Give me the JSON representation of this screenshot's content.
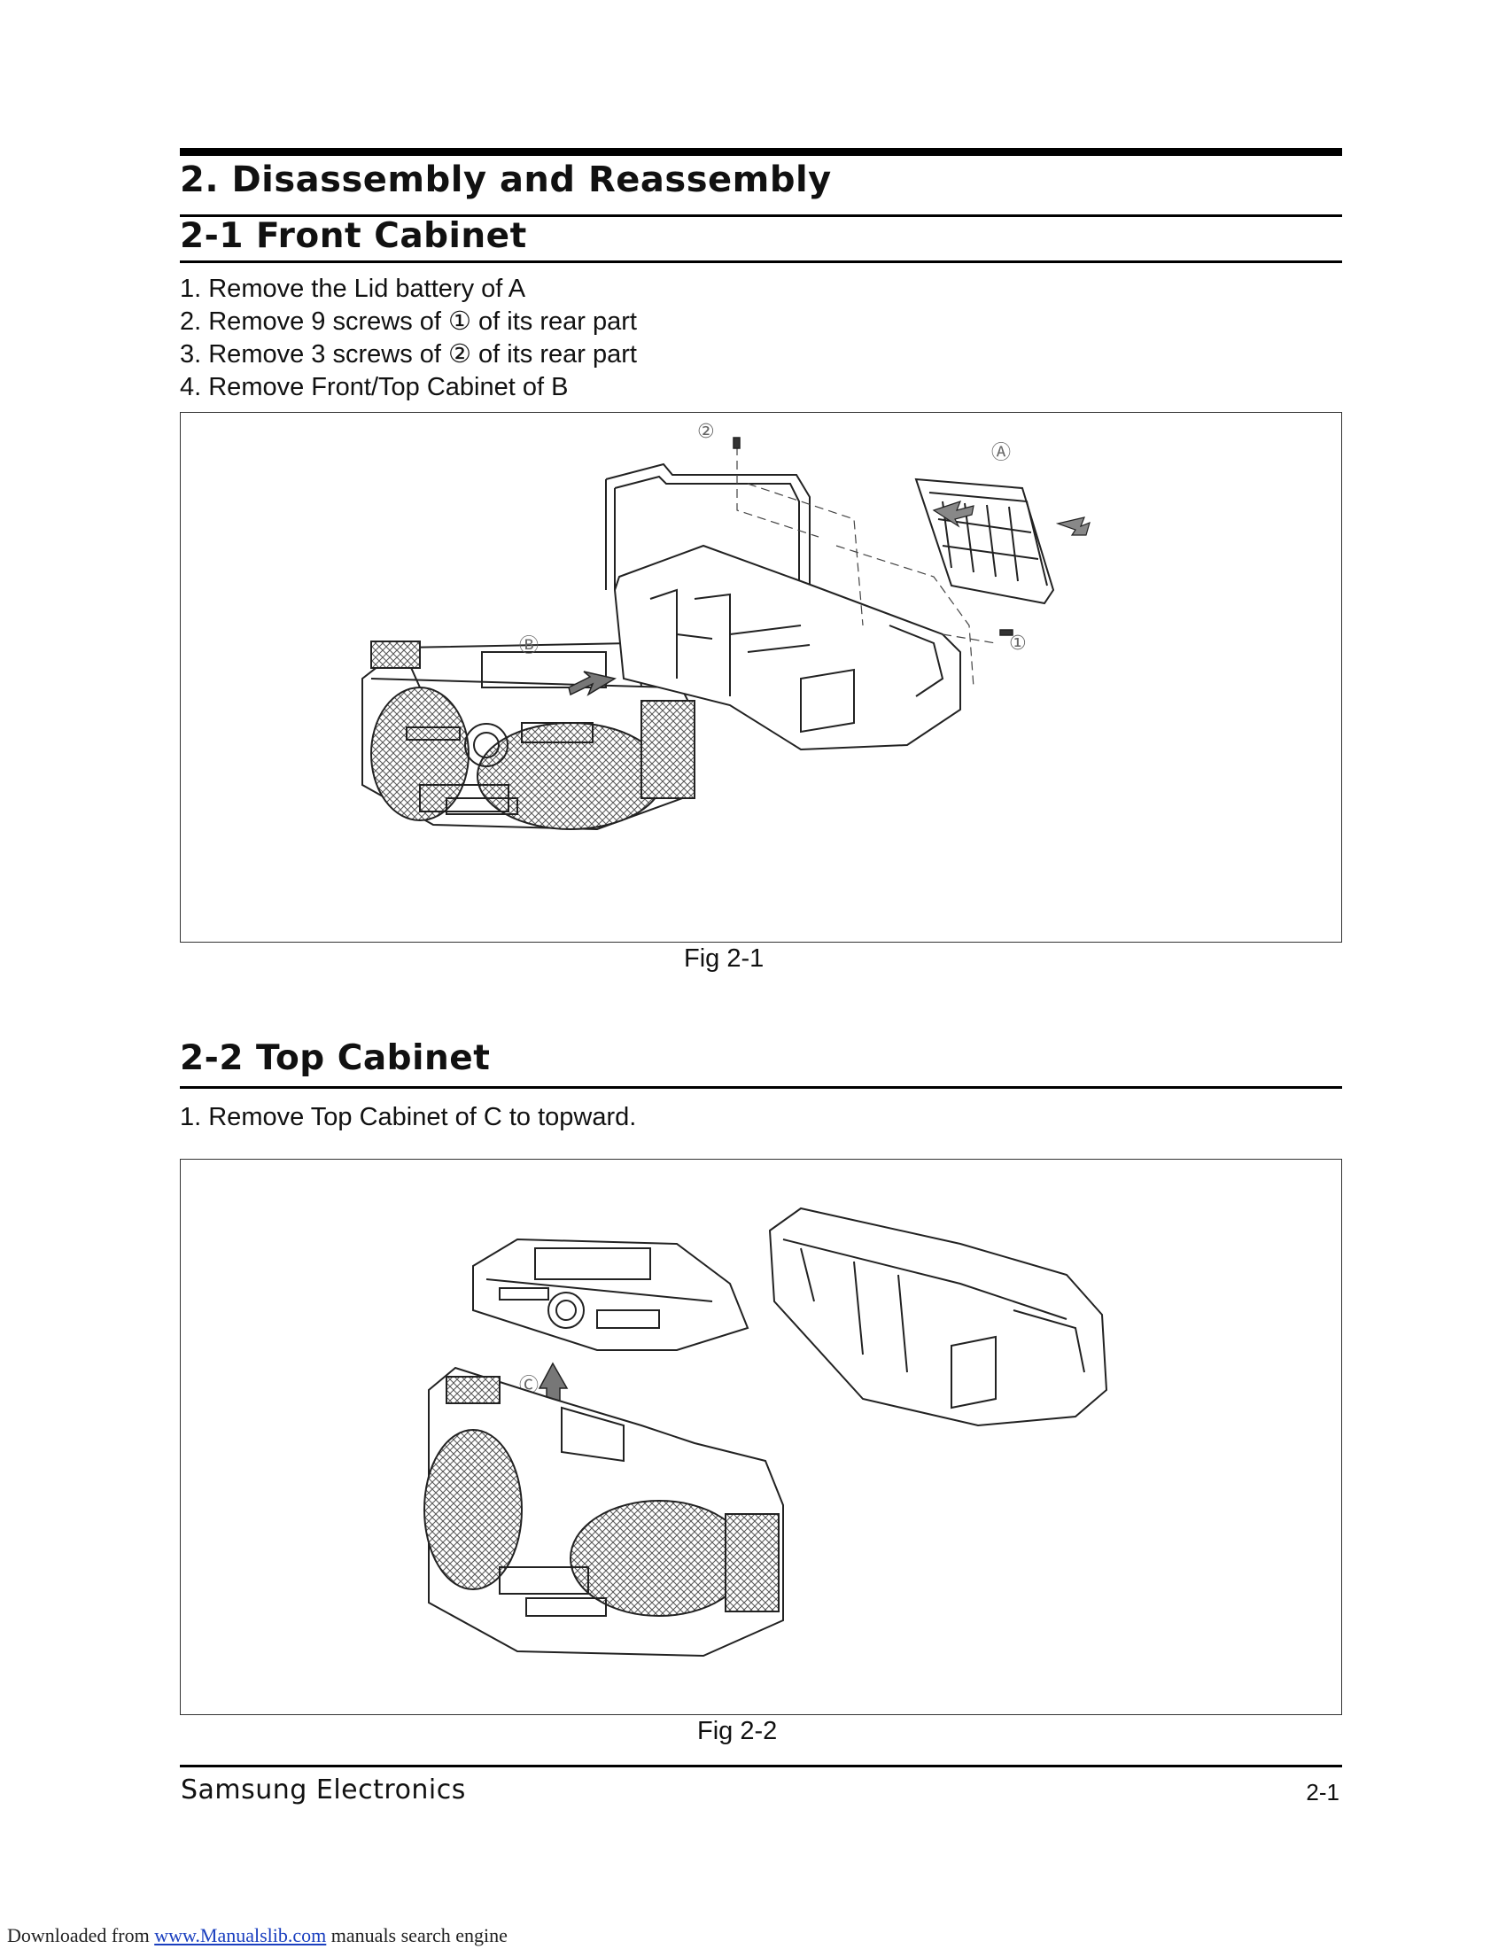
{
  "section_title": "2. Disassembly and Reassembly",
  "sub1": {
    "title": "2-1 Front Cabinet",
    "steps": [
      "1. Remove the Lid battery of A",
      "2. Remove 9 screws of ① of its rear part",
      "3. Remove 3 screws of ② of its rear part",
      "4. Remove Front/Top Cabinet of B"
    ],
    "figure_labels": {
      "screw2": "②",
      "lid": "Ⓐ",
      "screw1": "①",
      "cabinet": "Ⓑ"
    },
    "caption": "Fig 2-1"
  },
  "sub2": {
    "title": "2-2 Top Cabinet",
    "steps": [
      "1. Remove Top Cabinet of C to topward."
    ],
    "figure_labels": {
      "top": "Ⓒ"
    },
    "caption": "Fig 2-2"
  },
  "footer": {
    "company": "Samsung Electronics",
    "page": "2-1"
  },
  "download": {
    "prefix": "Downloaded from ",
    "link": "www.Manualslib.com",
    "suffix": " manuals search engine"
  }
}
